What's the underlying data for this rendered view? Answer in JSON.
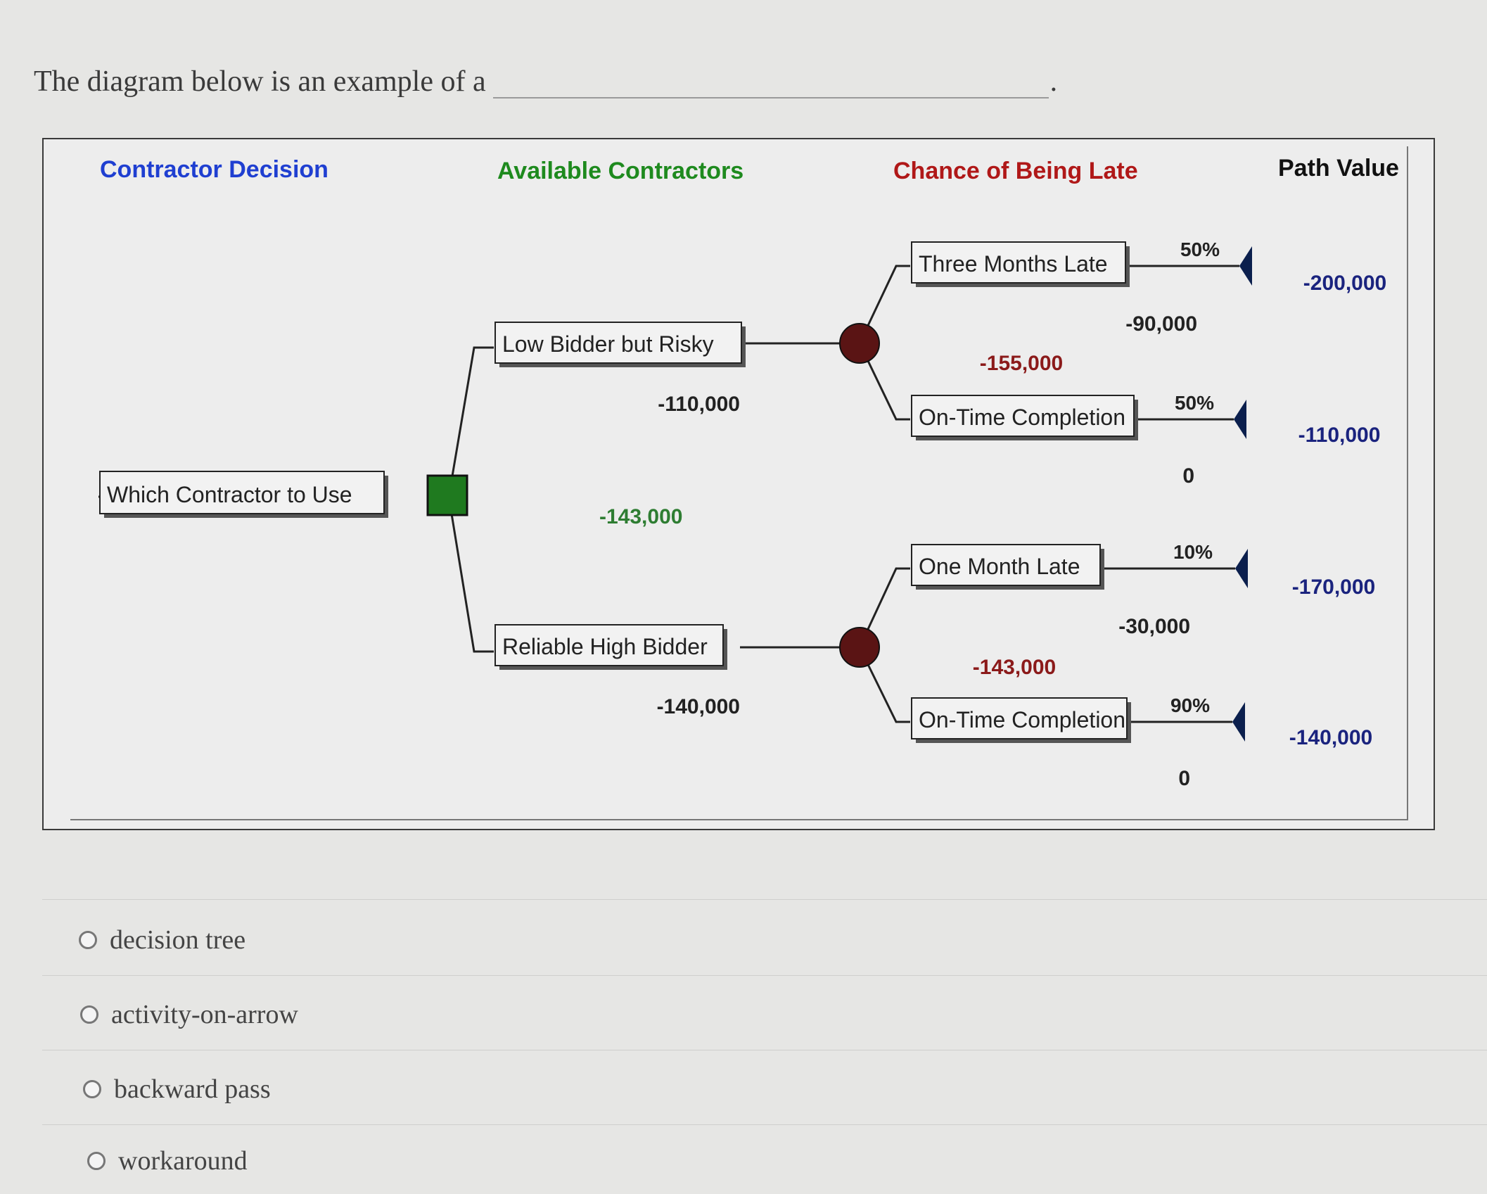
{
  "question": {
    "text": "The diagram below is an example of a",
    "end_punct": "."
  },
  "diagram": {
    "headers": {
      "decision": "Contractor Decision",
      "contractors": "Available Contractors",
      "chance": "Chance of Being Late",
      "path": "Path Value"
    },
    "colors": {
      "decision_header": "#1f3fd1",
      "contractors_header": "#1e8a1e",
      "chance_header": "#b01818",
      "decision_node": "#1f7a1f",
      "chance_node": "#5a1414",
      "terminal": "#0b1f4d",
      "path_value": "#1a237e",
      "green_value": "#2e7d32",
      "red_value": "#8b1a1a"
    },
    "root_label": "Which Contractor to Use",
    "root_value": "-143,000",
    "branches": [
      {
        "label": "Low Bidder but Risky",
        "cost": "-110,000",
        "ev": "-155,000",
        "outcomes": [
          {
            "label": "Three Months Late",
            "prob": "50%",
            "value": "-90,000",
            "path": "-200,000"
          },
          {
            "label": "On-Time Completion",
            "prob": "50%",
            "value": "0",
            "path": "-110,000"
          }
        ]
      },
      {
        "label": "Reliable High Bidder",
        "cost": "-140,000",
        "ev": "-143,000",
        "outcomes": [
          {
            "label": "One Month Late",
            "prob": "10%",
            "value": "-30,000",
            "path": "-170,000"
          },
          {
            "label": "On-Time Completion",
            "prob": "90%",
            "value": "0",
            "path": "-140,000"
          }
        ]
      }
    ]
  },
  "options": [
    {
      "label": "decision tree"
    },
    {
      "label": "activity-on-arrow"
    },
    {
      "label": "backward pass"
    },
    {
      "label": "workaround"
    }
  ]
}
